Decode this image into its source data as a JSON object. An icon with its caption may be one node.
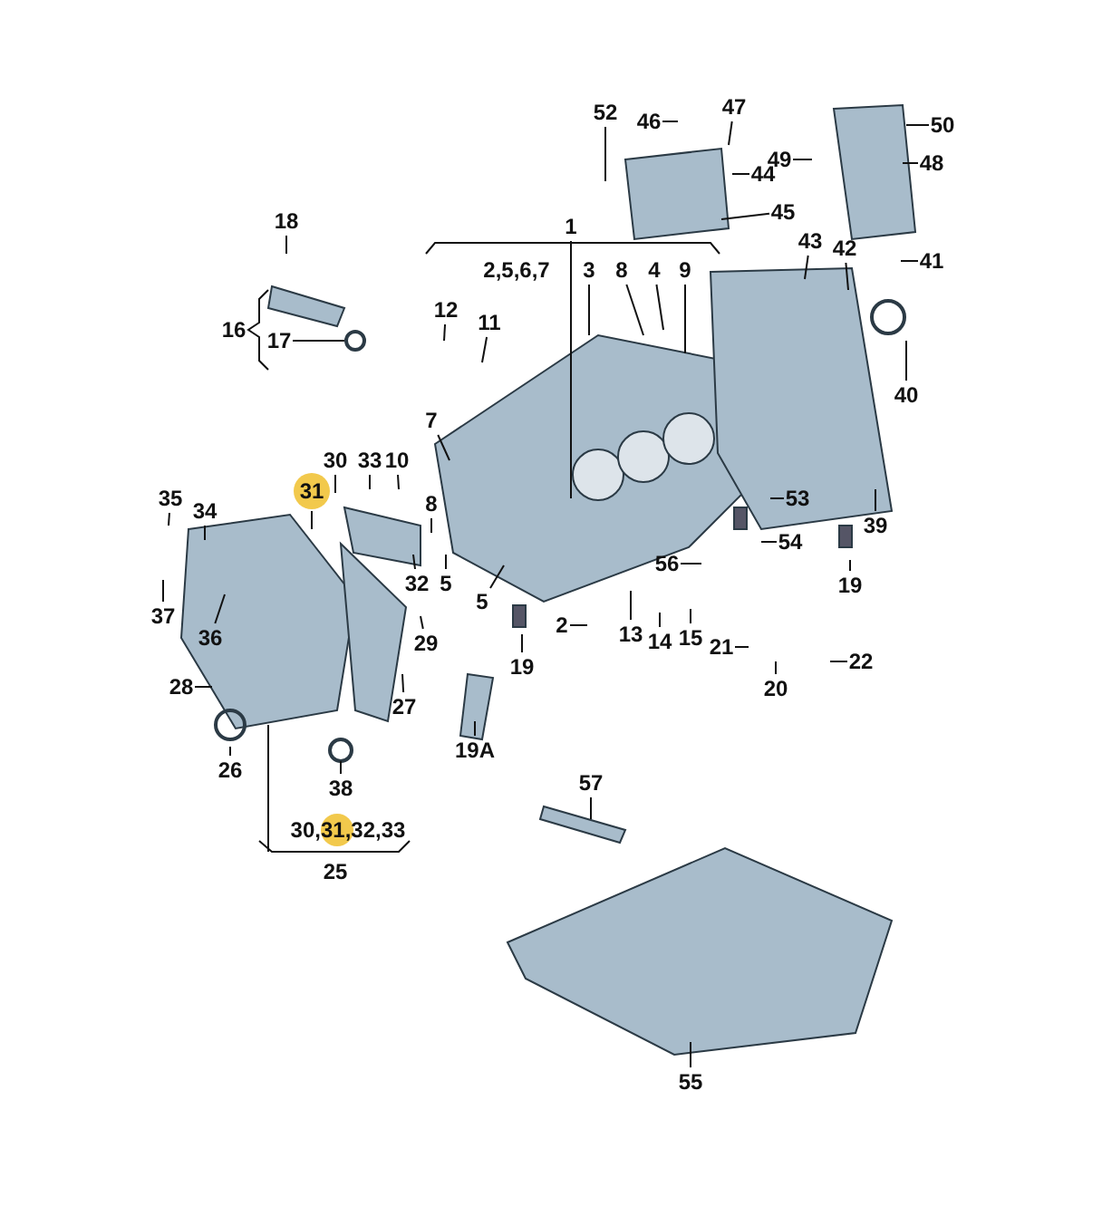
{
  "diagram": {
    "nodes": [
      {
        "text": [
          "52"
        ]
      },
      {
        "text": [
          "46"
        ]
      },
      {
        "text": [
          "47"
        ]
      },
      {
        "text": [
          "50"
        ]
      },
      {
        "text": [
          "49"
        ]
      },
      {
        "text": [
          "48"
        ]
      },
      {
        "text": [
          "44"
        ]
      },
      {
        "text": [
          "45"
        ]
      },
      {
        "text": [
          "1"
        ]
      },
      {
        "text": [
          "3"
        ]
      },
      {
        "text": [
          "8"
        ]
      },
      {
        "text": [
          "4"
        ]
      },
      {
        "text": [
          "9"
        ]
      },
      {
        "text": [
          "43"
        ]
      },
      {
        "text": [
          "42"
        ]
      },
      {
        "text": [
          "41"
        ]
      },
      {
        "text": [
          "40"
        ]
      },
      {
        "text": [
          "18"
        ]
      },
      {
        "text": [
          "17"
        ]
      },
      {
        "text": [
          "12"
        ]
      },
      {
        "text": [
          "11"
        ]
      },
      {
        "text": [
          "7"
        ]
      },
      {
        "text": [
          "30"
        ]
      },
      {
        "text": [
          "33"
        ]
      },
      {
        "text": [
          "10"
        ]
      },
      {
        "text": [
          "31"
        ]
      },
      {
        "text": [
          "35"
        ]
      },
      {
        "text": [
          "34"
        ]
      },
      {
        "text": [
          "8"
        ]
      },
      {
        "text": [
          "32"
        ]
      },
      {
        "text": [
          "5"
        ]
      },
      {
        "text": [
          "5"
        ]
      },
      {
        "text": [
          "37"
        ]
      },
      {
        "text": [
          "36"
        ]
      },
      {
        "text": [
          "29"
        ]
      },
      {
        "text": [
          "19"
        ]
      },
      {
        "text": [
          "28"
        ]
      },
      {
        "text": [
          "27"
        ]
      },
      {
        "text": [
          "26"
        ]
      },
      {
        "text": [
          "38"
        ]
      },
      {
        "text": [
          "19A"
        ]
      },
      {
        "text": [
          "53"
        ]
      },
      {
        "text": [
          "39"
        ]
      },
      {
        "text": [
          "54"
        ]
      },
      {
        "text": [
          "19"
        ]
      },
      {
        "text": [
          "56"
        ]
      },
      {
        "text": [
          "2"
        ]
      },
      {
        "text": [
          "13"
        ]
      },
      {
        "text": [
          "14"
        ]
      },
      {
        "text": [
          "15"
        ]
      },
      {
        "text": [
          "21"
        ]
      },
      {
        "text": [
          "20"
        ]
      },
      {
        "text": [
          "22"
        ]
      },
      {
        "text": [
          "57"
        ]
      },
      {
        "text": [
          "55"
        ]
      }
    ],
    "edges": [
      {
        "from": 0,
        "to": null,
        "arrow": "none"
      },
      {
        "from": 1,
        "to": null,
        "arrow": "none"
      },
      {
        "from": 2,
        "to": null,
        "arrow": "none"
      },
      {
        "from": 3,
        "to": null,
        "arrow": "none"
      },
      {
        "from": 4,
        "to": null,
        "arrow": "none"
      },
      {
        "from": 5,
        "to": null,
        "arrow": "none"
      },
      {
        "from": 6,
        "to": null,
        "arrow": "none"
      },
      {
        "from": 7,
        "to": null,
        "arrow": "none"
      },
      {
        "from": 8,
        "to": null,
        "arrow": "none"
      },
      {
        "from": 9,
        "to": null,
        "arrow": "none"
      },
      {
        "from": 10,
        "to": null,
        "arrow": "none"
      },
      {
        "from": 11,
        "to": null,
        "arrow": "none"
      },
      {
        "from": 12,
        "to": null,
        "arrow": "none"
      },
      {
        "from": 13,
        "to": null,
        "arrow": "none"
      },
      {
        "from": 14,
        "to": null,
        "arrow": "none"
      },
      {
        "from": 15,
        "to": null,
        "arrow": "none"
      },
      {
        "from": 16,
        "to": null,
        "arrow": "none"
      },
      {
        "from": 17,
        "to": null,
        "arrow": "none"
      },
      {
        "from": 18,
        "to": null,
        "arrow": "none"
      },
      {
        "from": 19,
        "to": null,
        "arrow": "none"
      },
      {
        "from": 20,
        "to": null,
        "arrow": "none"
      },
      {
        "from": 21,
        "to": null,
        "arrow": "none"
      },
      {
        "from": 22,
        "to": null,
        "arrow": "none"
      },
      {
        "from": 23,
        "to": null,
        "arrow": "none"
      },
      {
        "from": 24,
        "to": null,
        "arrow": "none"
      },
      {
        "from": 25,
        "to": null,
        "arrow": "none"
      },
      {
        "from": 26,
        "to": null,
        "arrow": "none"
      },
      {
        "from": 27,
        "to": null,
        "arrow": "none"
      },
      {
        "from": 28,
        "to": null,
        "arrow": "none"
      },
      {
        "from": 29,
        "to": null,
        "arrow": "none"
      },
      {
        "from": 30,
        "to": null,
        "arrow": "none"
      },
      {
        "from": 31,
        "to": null,
        "arrow": "none"
      },
      {
        "from": 32,
        "to": null,
        "arrow": "none"
      },
      {
        "from": 33,
        "to": null,
        "arrow": "none"
      },
      {
        "from": 34,
        "to": null,
        "arrow": "none"
      },
      {
        "from": 35,
        "to": null,
        "arrow": "none"
      },
      {
        "from": 36,
        "to": null,
        "arrow": "none"
      },
      {
        "from": 37,
        "to": null,
        "arrow": "none"
      },
      {
        "from": 38,
        "to": null,
        "arrow": "none"
      },
      {
        "from": 39,
        "to": null,
        "arrow": "none"
      },
      {
        "from": 40,
        "to": null,
        "arrow": "none"
      },
      {
        "from": 41,
        "to": null,
        "arrow": "none"
      },
      {
        "from": 42,
        "to": null,
        "arrow": "none"
      },
      {
        "from": 43,
        "to": null,
        "arrow": "none"
      },
      {
        "from": 44,
        "to": null,
        "arrow": "none"
      },
      {
        "from": 45,
        "to": null,
        "arrow": "none"
      },
      {
        "from": 46,
        "to": null,
        "arrow": "none"
      },
      {
        "from": 47,
        "to": null,
        "arrow": "none"
      },
      {
        "from": 48,
        "to": null,
        "arrow": "none"
      },
      {
        "from": 49,
        "to": null,
        "arrow": "none"
      },
      {
        "from": 50,
        "to": null,
        "arrow": "none"
      },
      {
        "from": 51,
        "to": null,
        "arrow": "none"
      },
      {
        "from": 52,
        "to": null,
        "arrow": "none"
      },
      {
        "from": 53,
        "to": null,
        "arrow": "none"
      },
      {
        "from": 54,
        "to": null,
        "arrow": "none"
      }
    ],
    "labels": [
      "2,5,6,7",
      "16",
      "30,31,32,33",
      "25"
    ]
  }
}
